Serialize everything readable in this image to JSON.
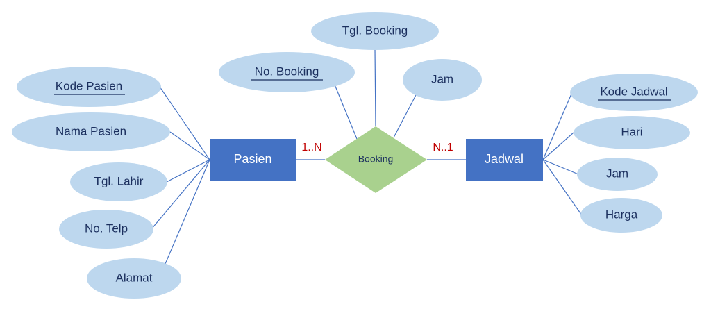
{
  "entities": {
    "pasien": {
      "label": "Pasien"
    },
    "jadwal": {
      "label": "Jadwal"
    }
  },
  "relationship": {
    "label": "Booking"
  },
  "cardinality": {
    "pasien_side": "1..N",
    "jadwal_side": "N..1"
  },
  "attributes": {
    "pasien": [
      {
        "label": "Kode Pasien",
        "key": true
      },
      {
        "label": "Nama Pasien",
        "key": false
      },
      {
        "label": "Tgl. Lahir",
        "key": false
      },
      {
        "label": "No. Telp",
        "key": false
      },
      {
        "label": "Alamat",
        "key": false
      }
    ],
    "booking": [
      {
        "label": "No. Booking",
        "key": true
      },
      {
        "label": "Tgl. Booking",
        "key": false
      },
      {
        "label": "Jam",
        "key": false
      }
    ],
    "jadwal": [
      {
        "label": "Kode Jadwal",
        "key": true
      },
      {
        "label": "Hari",
        "key": false
      },
      {
        "label": "Jam",
        "key": false
      },
      {
        "label": "Harga",
        "key": false
      }
    ]
  },
  "colors": {
    "attribute_fill": "#bdd7ee",
    "entity_fill": "#4472c4",
    "relationship_fill": "#a9d18e",
    "line": "#4472c4",
    "cardinality": "#c00000",
    "text": "#1b2f5e"
  }
}
